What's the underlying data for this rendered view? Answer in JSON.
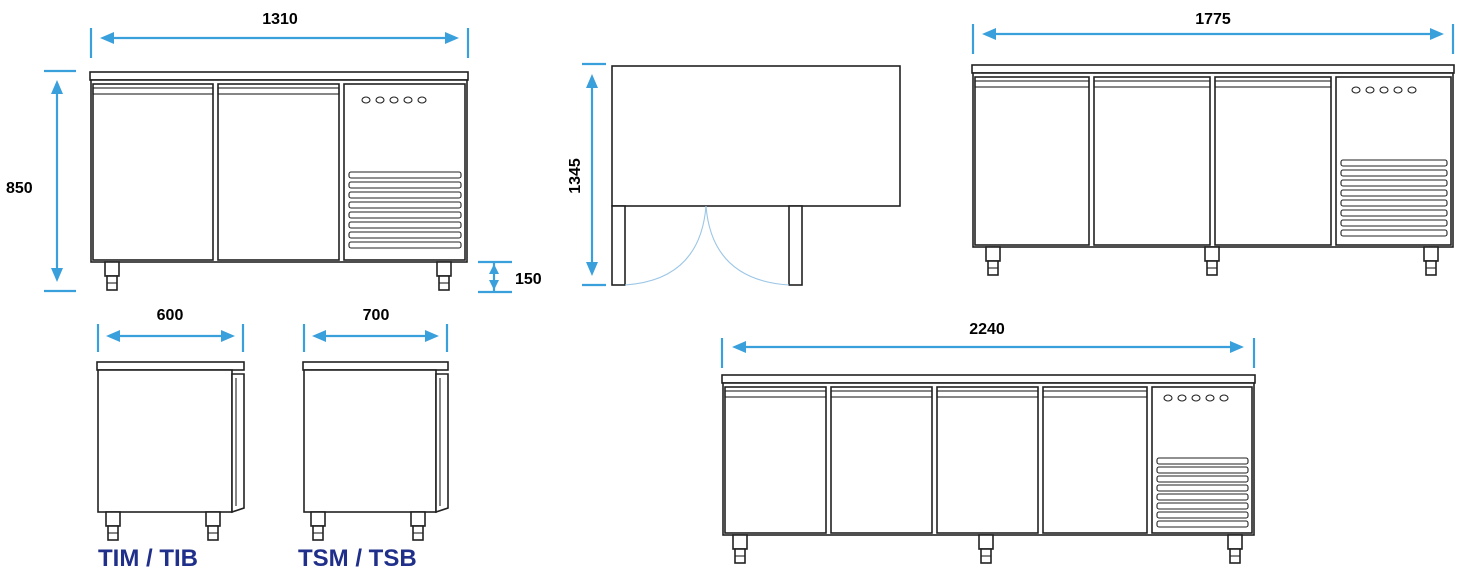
{
  "colors": {
    "dimension": "#3aa0dc",
    "outline": "#222222",
    "model_label": "#1f2f8a"
  },
  "dimensions": {
    "width_2door": "1310",
    "height": "850",
    "leg_height": "150",
    "depth_total": "1345",
    "width_3door": "1775",
    "width_4door": "2240",
    "depth_600": "600",
    "depth_700": "700"
  },
  "models": {
    "model_600": "TIM / TIB",
    "model_700": "TSM / TSB"
  }
}
